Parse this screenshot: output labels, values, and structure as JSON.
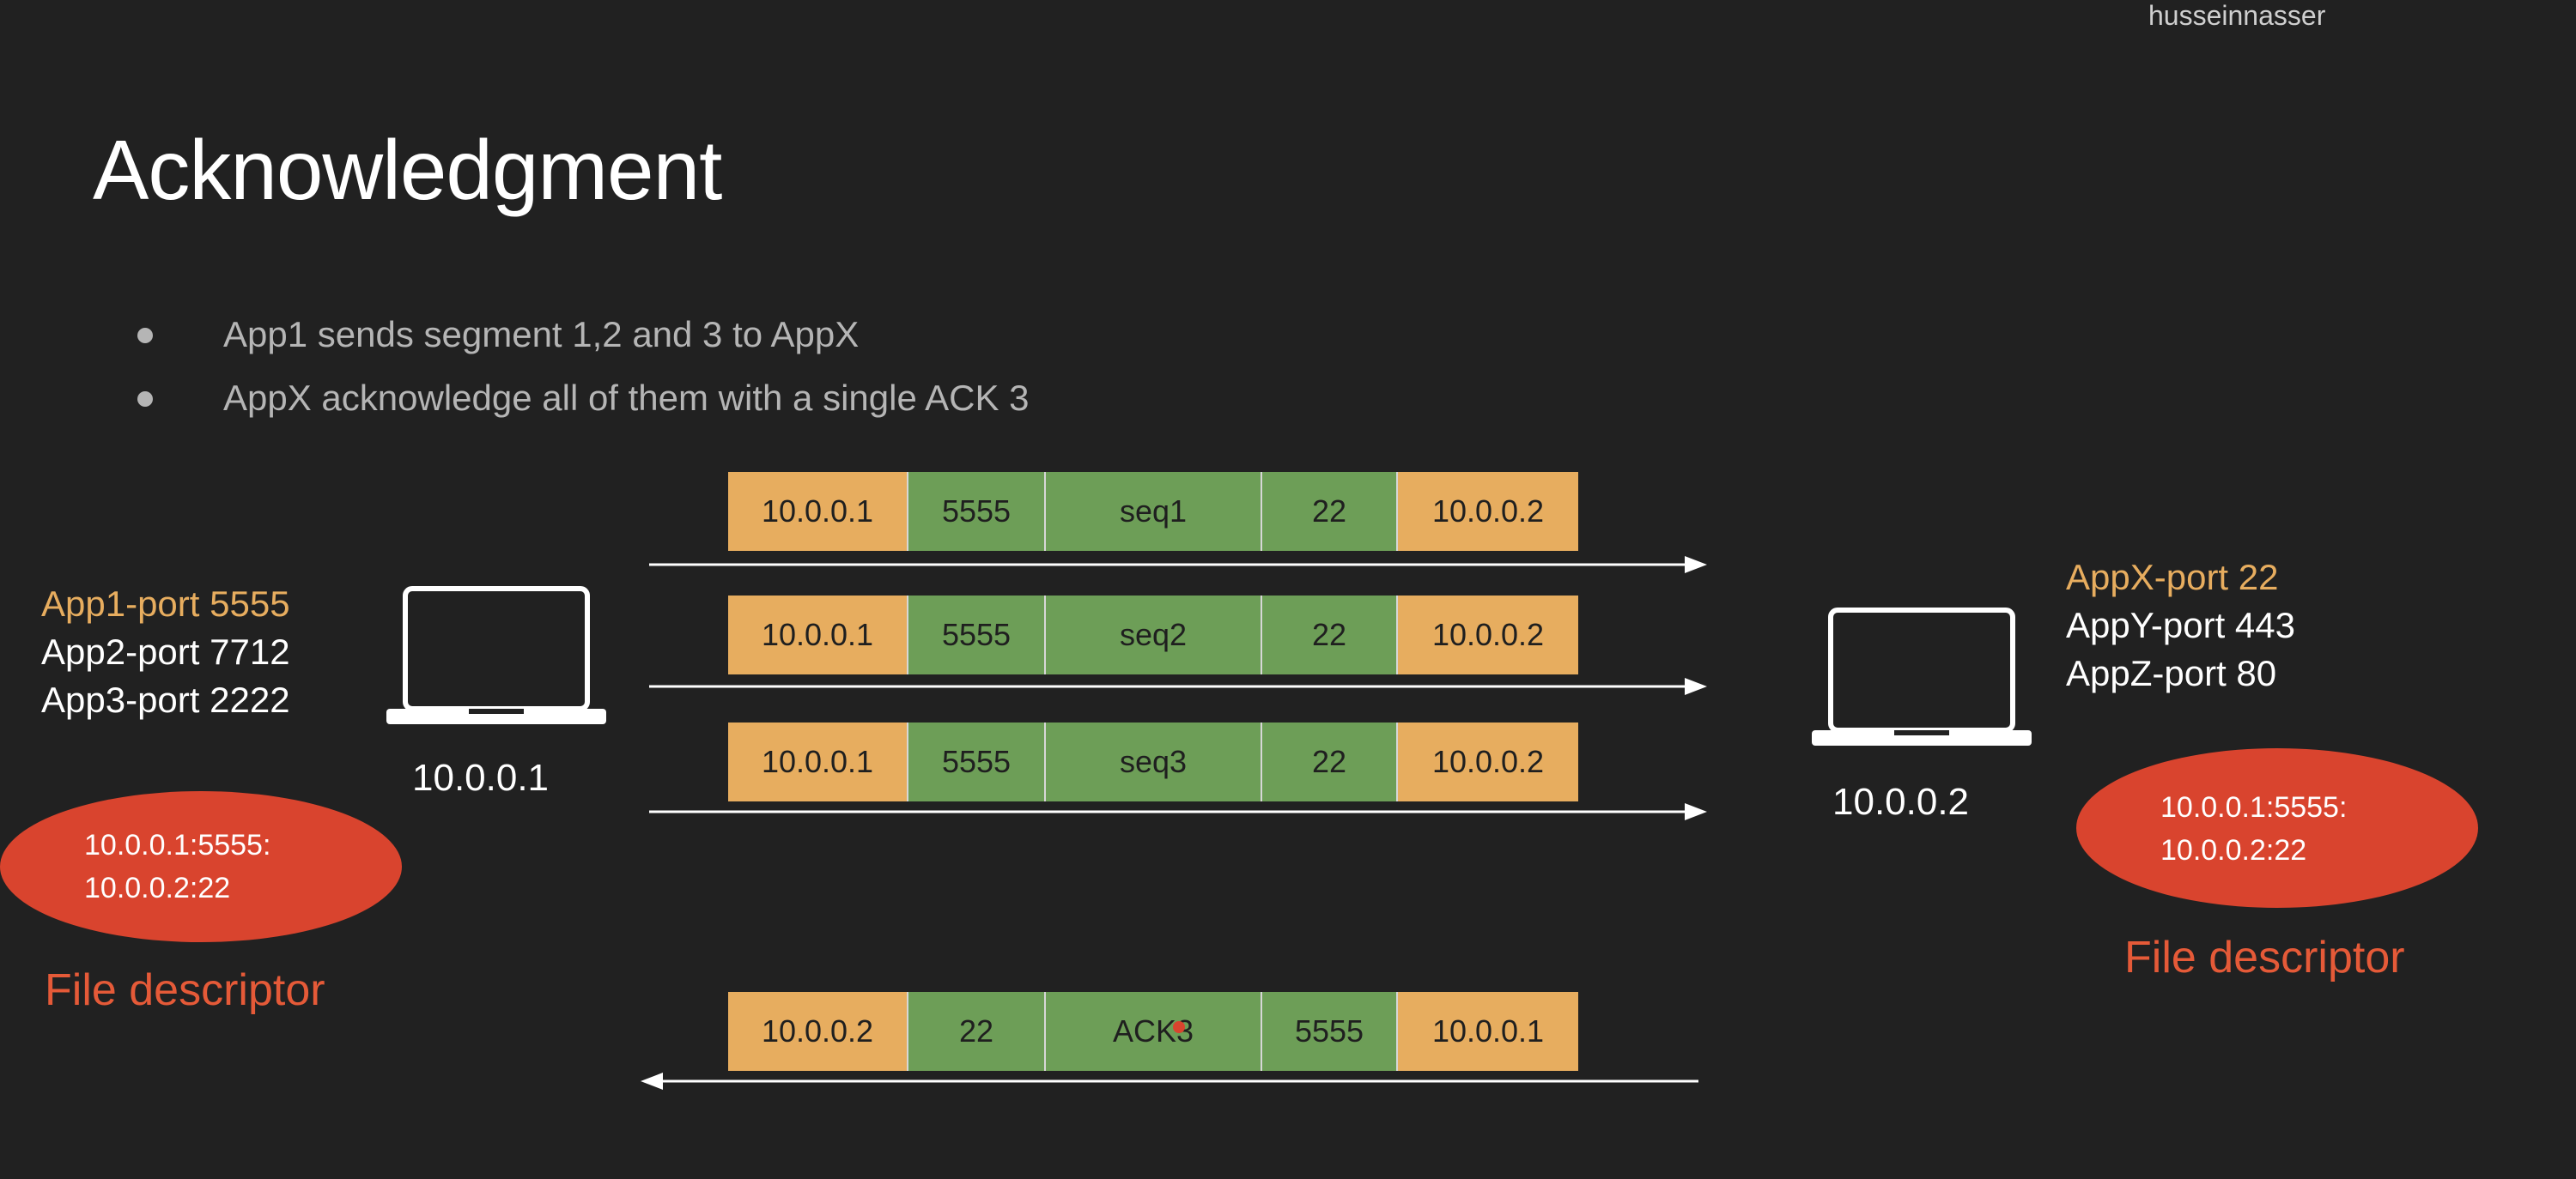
{
  "watermark": "husseinnasser",
  "title": "Acknowledgment",
  "bullets": [
    "App1 sends segment 1,2 and 3 to AppX",
    "AppX acknowledge all of them with a single ACK 3"
  ],
  "left_host": {
    "apps": [
      "App1-port 5555",
      "App2-port 7712",
      "App3-port 2222"
    ],
    "ip": "10.0.0.1",
    "descriptor": [
      "10.0.0.1:5555:",
      "10.0.0.2:22"
    ],
    "descriptor_label": "File descriptor"
  },
  "right_host": {
    "apps": [
      "AppX-port 22",
      "AppY-port 443",
      "AppZ-port 80"
    ],
    "ip": "10.0.0.2",
    "descriptor": [
      "10.0.0.1:5555:",
      "10.0.0.2:22"
    ],
    "descriptor_label": "File descriptor"
  },
  "packets": [
    [
      "10.0.0.1",
      "5555",
      "seq1",
      "22",
      "10.0.0.2"
    ],
    [
      "10.0.0.1",
      "5555",
      "seq2",
      "22",
      "10.0.0.2"
    ],
    [
      "10.0.0.1",
      "5555",
      "seq3",
      "22",
      "10.0.0.2"
    ],
    [
      "10.0.0.2",
      "22",
      "ACK3",
      "5555",
      "10.0.0.1"
    ]
  ],
  "colors": {
    "background": "#212121",
    "ip_cell": "#e7ad5f",
    "port_cell": "#6d9e57",
    "descriptor": "#d9442e",
    "highlight": "#e7ad5f",
    "label_red": "#e55a38"
  },
  "icons": [
    "laptop-icon",
    "laptop-icon"
  ]
}
